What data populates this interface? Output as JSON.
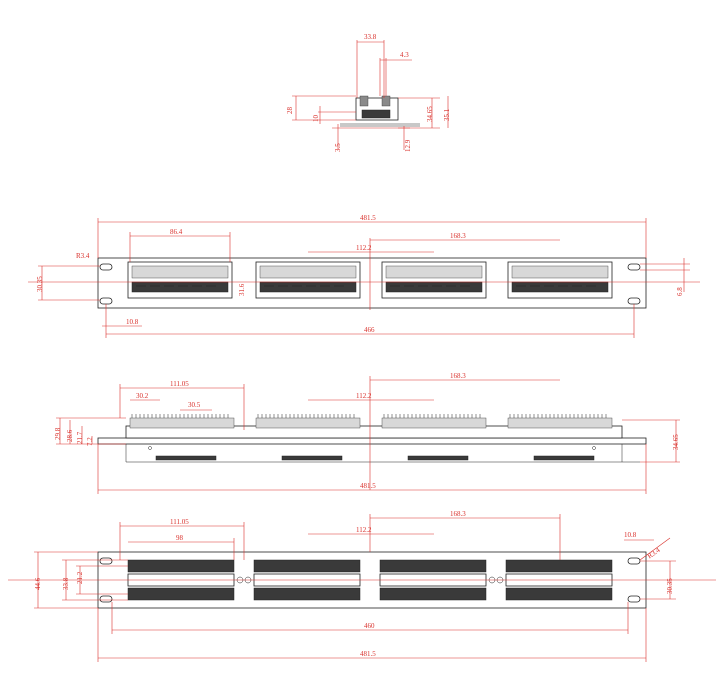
{
  "views": {
    "side": {
      "dims": [
        "33.8",
        "4.3",
        "28",
        "10",
        "34.65",
        "35.1",
        "12.9",
        "3.5"
      ]
    },
    "front": {
      "dims": [
        "481.5",
        "86.4",
        "112.2",
        "168.3",
        "R3.4",
        "30.35",
        "31.6",
        "6.8",
        "10.8",
        "466"
      ]
    },
    "top": {
      "dims": [
        "111.05",
        "30.2",
        "30.5",
        "112.2",
        "168.3",
        "29.8",
        "28.6",
        "21.7",
        "7.2",
        "34.65",
        "481.5"
      ]
    },
    "rear": {
      "dims": [
        "111.05",
        "98",
        "112.2",
        "168.3",
        "10.8",
        "R3.4",
        "21.2",
        "33.8",
        "44.6",
        "30.35",
        "460",
        "481.5"
      ]
    }
  },
  "colors": {
    "dimension": "#d9302b",
    "line": "#222222",
    "fill_dark": "#3a3a3a"
  }
}
